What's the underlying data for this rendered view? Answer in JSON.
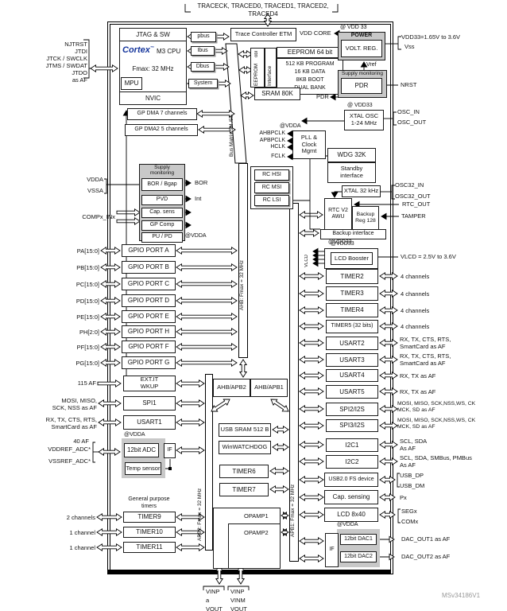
{
  "colors": {
    "gray_fill": "#c8c8c8",
    "logo_blue": "#16369c",
    "watermark_gray": "#999999"
  },
  "watermark": "MSv34186V1",
  "trace": {
    "pins": "TRACECK, TRACED0, TRACED1, TRACED2, TRACED4",
    "etm": "Trace Controller ETM",
    "pbus": "pbus"
  },
  "cpu": {
    "jtag_sw": "JTAG & SW",
    "logo": "Cortex",
    "tm": "™",
    "name": "M3 CPU",
    "fmax": "Fmax: 32 MHz",
    "mpu": "MPU",
    "nvic": "NVIC",
    "ibus": "Ibus",
    "dbus": "Dbus",
    "system": "System",
    "pins": [
      "NJTRST",
      "JTDI",
      "JTCK / SWCLK",
      "JTMS / SWDAT",
      "JTDO",
      "as AF"
    ]
  },
  "buses": {
    "matrix": "Bus Matrix 5M /5S",
    "ahb": "AHB: Fmax = 32 MHz",
    "apb1": "APB1: Fmax = 32 MHz",
    "apb2": "APB2: Fmax = 32 MHz",
    "bridge2": "AHB/APB2",
    "bridge1": "AHB/APB1"
  },
  "dma": {
    "dma1": "GP DMA 7 channels",
    "dma2": "GP DMA2 5 channels"
  },
  "memory": {
    "obl": "obl",
    "eeprom_vert": "EEPROM",
    "interface_vert": "Interface",
    "eeprom64": "EEPROM 64 bit",
    "flash": "512 KB PROGRAM\n16 KB DATA\n8KB BOOT\nDUAL BANK",
    "sram": "SRAM 80K",
    "pdr_out": "PDR"
  },
  "power": {
    "vdd_core": "VDD CORE",
    "at_vdd33": "@ VDD 33",
    "title": "POWER",
    "volt_reg": "VOLT. REG.",
    "vdd33_range": "VDD33=1.65V to 3.6V",
    "vss": "Vss",
    "vref": "Vref",
    "supply_mon": "Supply monitoring",
    "pdr": "PDR",
    "nrst": "NRST"
  },
  "clock": {
    "at_vdd33": "@ VDD33",
    "xtal": "XTAL OSC\n1-24 MHz",
    "osc_in": "OSC_IN",
    "osc_out": "OSC_OUT",
    "at_vdda": "@VDDA",
    "pll": "PLL &\nClock\nMgmt",
    "outs": [
      "AHBPCLK",
      "APBPCLK",
      "HCLK",
      "FCLK"
    ],
    "wdg": "WDG 32K",
    "standby": "Standby\ninterface",
    "rc_hsi": "RC HSI",
    "rc_msi": "RC MSI",
    "rc_lsi": "RC LSI",
    "xtal32": "XTAL 32 kHz",
    "osc32_in": "OSC32_IN",
    "osc32_out": "OSC32_OUT",
    "rtc": "RTC V2\nAWU",
    "backup_reg": "Backup\nReg 128",
    "rtc_out": "RTC_OUT",
    "tamper": "TAMPER",
    "backup_if": "Backup interface",
    "at_vdd33_lower": "@VDD33"
  },
  "supply": {
    "vdda": "VDDA",
    "vssa": "VSSA",
    "title": "Supply\nmonitoring",
    "bor": "BOR / Bgap",
    "pvd": "PVD",
    "cap_sens": "Cap. sens",
    "gp_comp": "GP Comp",
    "pu_pd": "PU / PD",
    "bor_out": "BOR",
    "int_out": "Int",
    "comp_in": "COMPx_INx",
    "at_vdda": "@VDDA"
  },
  "gpio": {
    "rows": [
      {
        "pin": "PA[15:0]",
        "port": "GPIO PORT A"
      },
      {
        "pin": "PB[15:0]",
        "port": "GPIO PORT B"
      },
      {
        "pin": "PC[15:0]",
        "port": "GPIO PORT C"
      },
      {
        "pin": "PD[15:0]",
        "port": "GPIO PORT D"
      },
      {
        "pin": "PE[15:0]",
        "port": "GPIO PORT E"
      },
      {
        "pin": "PH[2:0]",
        "port": "GPIO PORT H"
      },
      {
        "pin": "PF[15:0]",
        "port": "GPIO PORT F"
      },
      {
        "pin": "PG[15:0]",
        "port": "GPIO PORT G"
      }
    ]
  },
  "left": {
    "af115": "115 AF",
    "ext_it": "EXT.IT\nWKUP",
    "spi1": "SPI1",
    "spi1_pins": "MOSI, MISO,\nSCK, NSS as AF",
    "usart1": "USART1",
    "usart1_pins": "RX, TX, CTS, RTS,\nSmartCard as AF",
    "at_vdda": "@VDDA",
    "af40": "40 AF",
    "vddref": "VDDREF_ADC*",
    "vssref": "VSSREF_ADC*",
    "adc": "12bit ADC",
    "if": "IF",
    "temp": "Temp sensor",
    "gp_timers": "General purpose\ntimers",
    "tim9": "TIMER9",
    "tim9_ch": "2 channels",
    "tim10": "TIMER10",
    "tim10_ch": "1 channel",
    "tim11": "TIMER11",
    "tim11_ch": "1 channel"
  },
  "mid": {
    "usb_sram": "USB SRAM 512 B",
    "wwdg": "WinWATCHDOG",
    "tim6": "TIMER6",
    "tim7": "TIMER7",
    "opamp1": "OPAMP1",
    "opamp2": "OPAMP2",
    "vout1": "VINP\na\nVOUT",
    "vout2": "VINP\nVINM\nVOUT"
  },
  "right": {
    "at_vdd33": "@VDD33",
    "vlcd_vert": "VLCD",
    "lcd_booster": "LCD Booster",
    "vlcd_range": "VLCD = 2.5V to 3.6V",
    "rows": [
      {
        "label": "TIMER2",
        "out": "4 channels"
      },
      {
        "label": "TIMER3",
        "out": "4 channels"
      },
      {
        "label": "TIMER4",
        "out": "4 channels"
      },
      {
        "label": "TIMER5 (32 bits)",
        "out": "4 channels"
      },
      {
        "label": "USART2",
        "out": "RX, TX, CTS, RTS,\nSmartCard as AF"
      },
      {
        "label": "USART3",
        "out": "RX, TX, CTS, RTS,\nSmartCard as AF"
      },
      {
        "label": "USART4",
        "out": "RX, TX as AF"
      },
      {
        "label": "USART5",
        "out": "RX, TX as AF"
      },
      {
        "label": "SPI2/I2S",
        "out": "MOSI, MISO, SCK,NSS,WS, CK\nMCK, SD as AF"
      },
      {
        "label": "SPI3/I2S",
        "out": "MOSI, MISO, SCK,NSS,WS, CK\nMCK, SD as AF"
      },
      {
        "label": "I2C1",
        "out": "SCL, SDA\nAs AF"
      },
      {
        "label": "I2C2",
        "out": "SCL, SDA, SMBus, PMBus\nAs AF"
      },
      {
        "label": "USB2.0 FS device",
        "out": "USB_DP\nUSB_DM"
      },
      {
        "label": "Cap. sensing",
        "out": "Px"
      },
      {
        "label": "LCD 8x40",
        "out": "SEGx\nCOMx"
      }
    ],
    "at_vdda": "@VDDA",
    "if": "IF",
    "dac1": "12bit DAC1",
    "dac2": "12bit DAC2",
    "dac1_out": "DAC_OUT1 as AF",
    "dac2_out": "DAC_OUT2 as AF"
  }
}
